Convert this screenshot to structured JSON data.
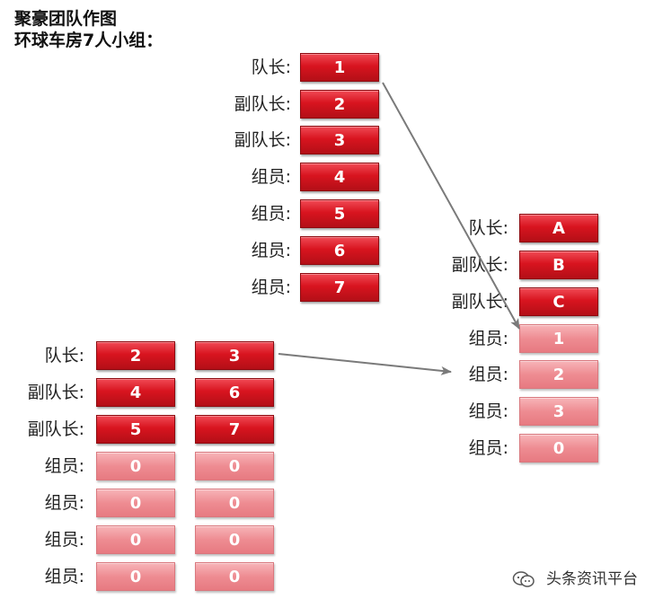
{
  "title": {
    "line1": "聚豪团队作图",
    "line2": "环球车房7人小组："
  },
  "group_top": {
    "rows": [
      {
        "role": "队长:",
        "value": "1"
      },
      {
        "role": "副队长:",
        "value": "2"
      },
      {
        "role": "副队长:",
        "value": "3"
      },
      {
        "role": "组员:",
        "value": "4"
      },
      {
        "role": "组员:",
        "value": "5"
      },
      {
        "role": "组员:",
        "value": "6"
      },
      {
        "role": "组员:",
        "value": "7"
      }
    ]
  },
  "group_right": {
    "rows": [
      {
        "role": "队长:",
        "value": "A"
      },
      {
        "role": "副队长:",
        "value": "B"
      },
      {
        "role": "副队长:",
        "value": "C"
      },
      {
        "role": "组员:",
        "value": "1"
      },
      {
        "role": "组员:",
        "value": "2"
      },
      {
        "role": "组员:",
        "value": "3"
      },
      {
        "role": "组员:",
        "value": "0"
      }
    ]
  },
  "group_bottom": {
    "rows": [
      {
        "role": "队长:",
        "left": "2",
        "right": "3"
      },
      {
        "role": "副队长:",
        "left": "4",
        "right": "6"
      },
      {
        "role": "副队长:",
        "left": "5",
        "right": "7"
      },
      {
        "role": "组员:",
        "left": "0",
        "right": "0"
      },
      {
        "role": "组员:",
        "left": "0",
        "right": "0"
      },
      {
        "role": "组员:",
        "left": "0",
        "right": "0"
      },
      {
        "role": "组员:",
        "left": "0",
        "right": "0"
      }
    ]
  },
  "watermark": "头条资讯平台",
  "colors": {
    "dark_red": "#d8141f",
    "light_red": "#ee8c92",
    "arrow": "#7a7a7a"
  }
}
